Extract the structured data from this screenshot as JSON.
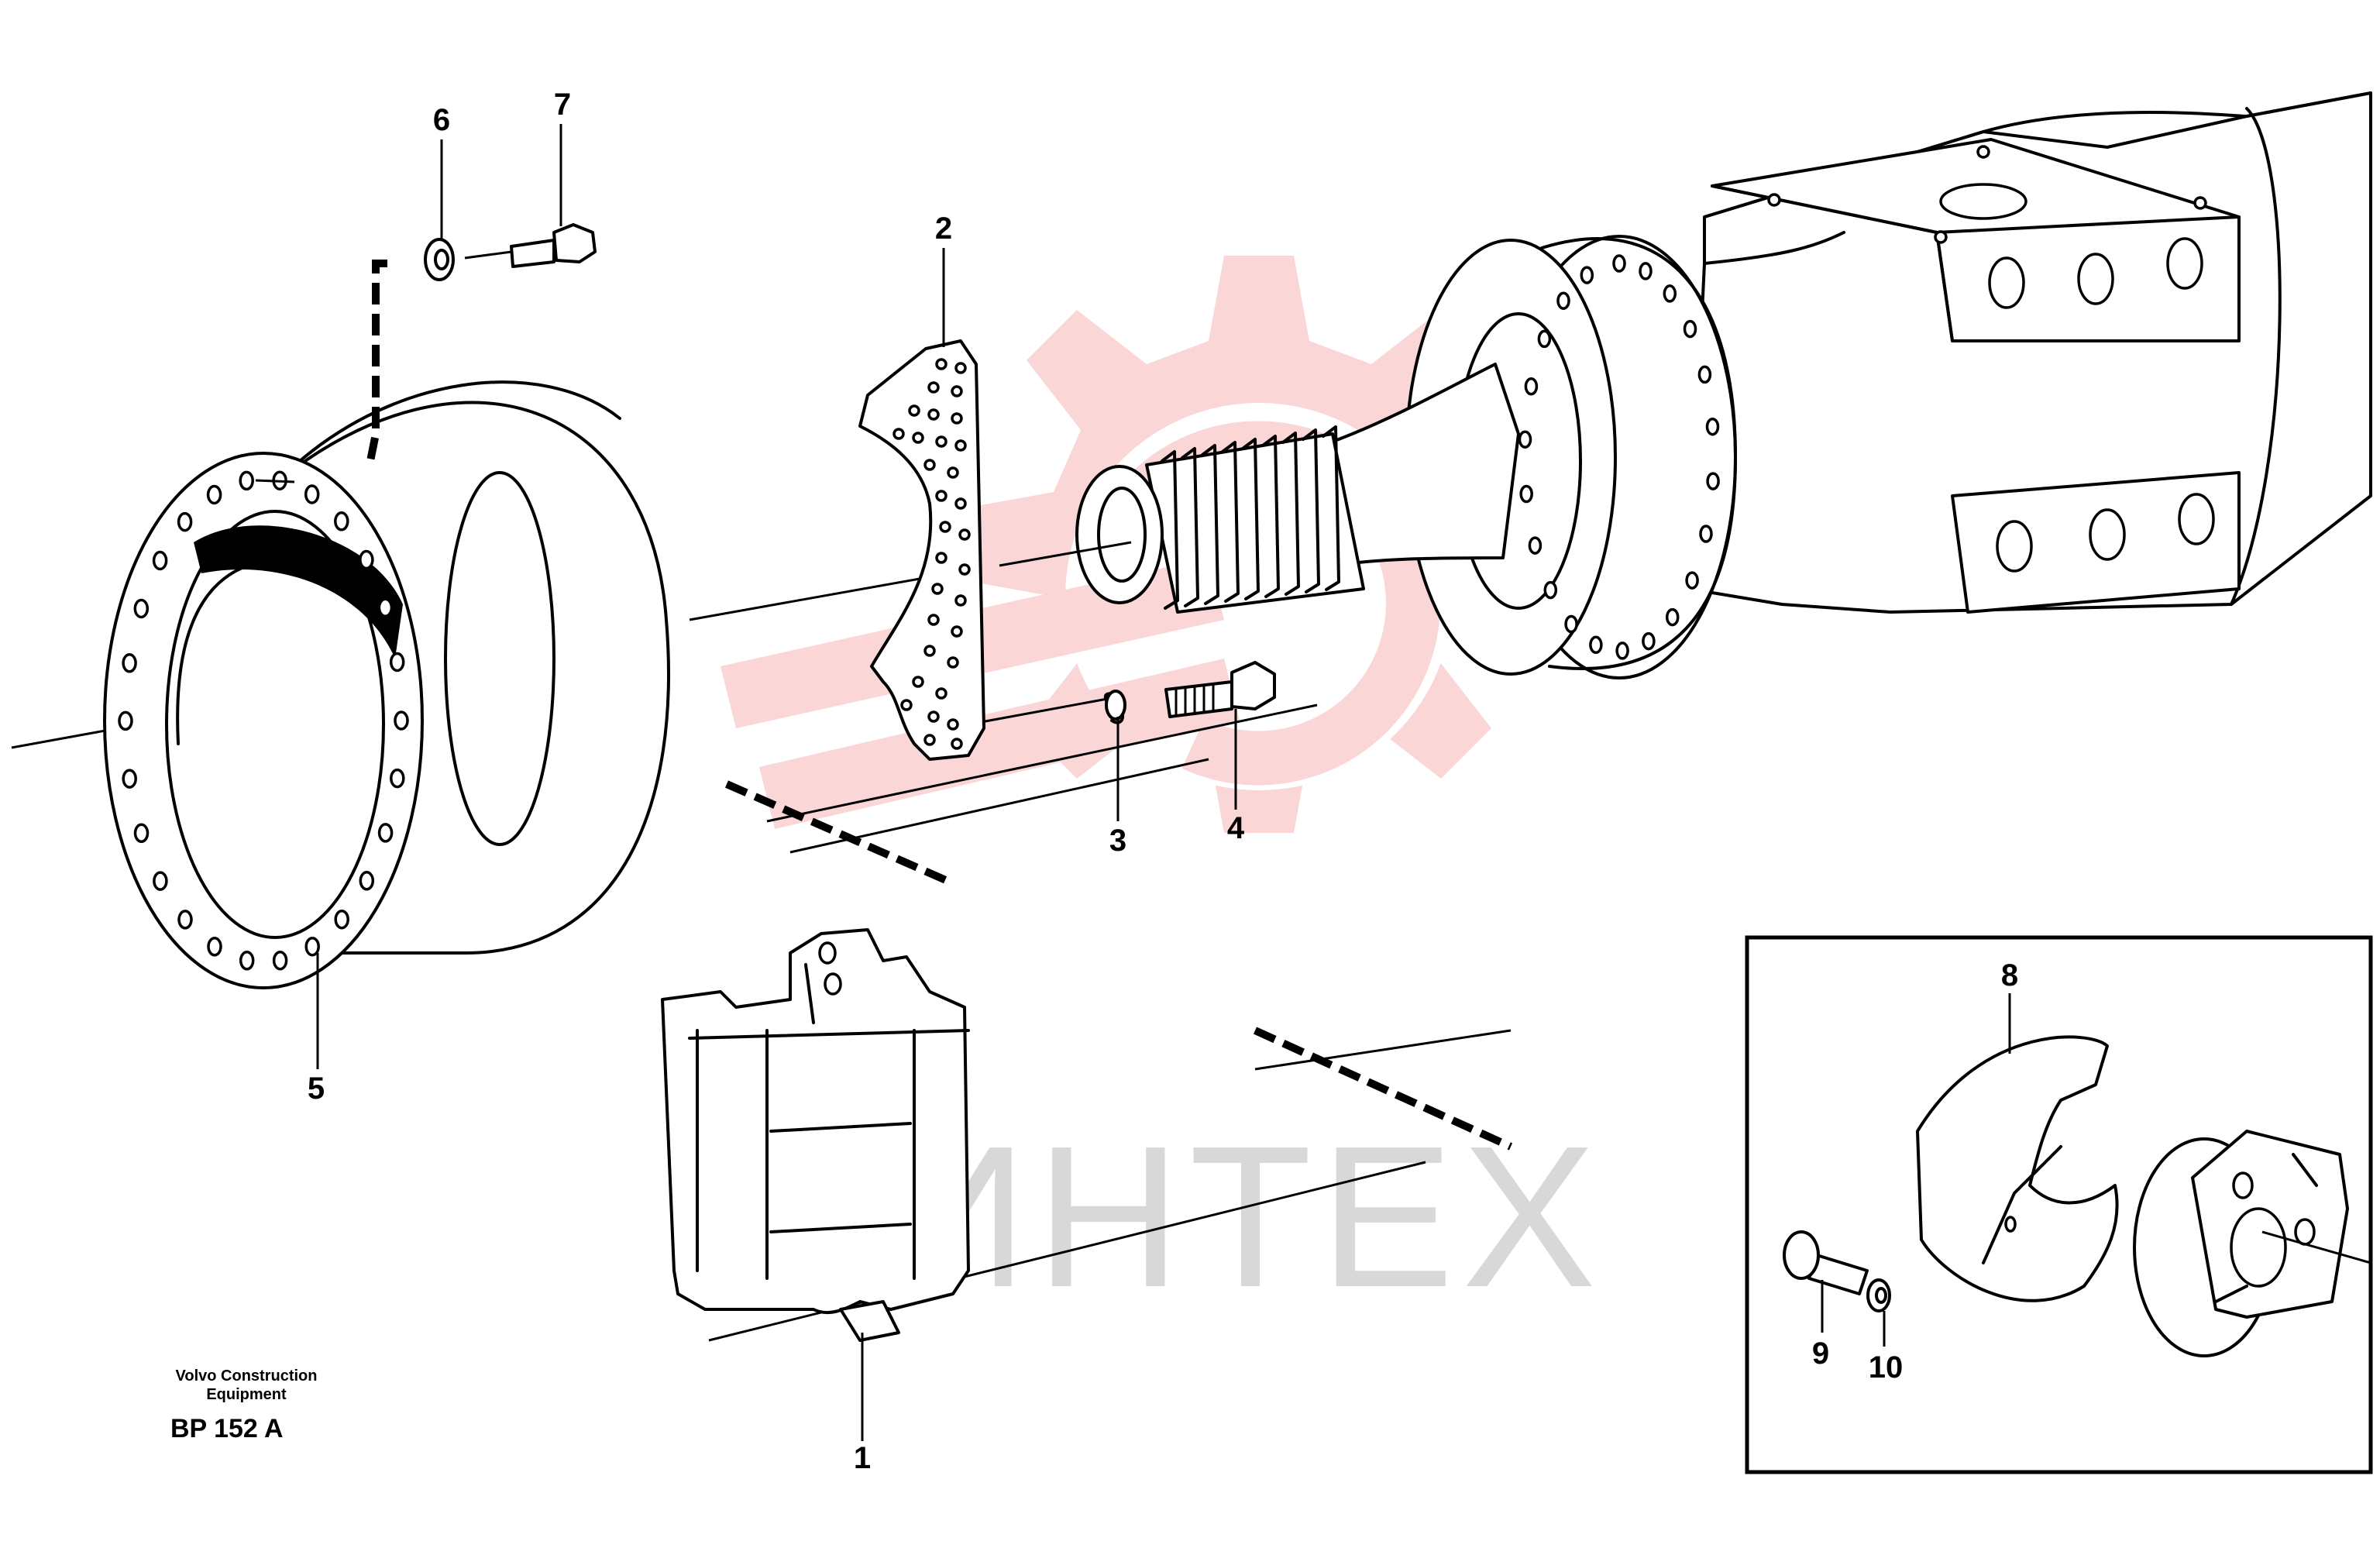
{
  "parts": [
    {
      "id": "1",
      "label": "1"
    },
    {
      "id": "2",
      "label": "2"
    },
    {
      "id": "3",
      "label": "3"
    },
    {
      "id": "4",
      "label": "4"
    },
    {
      "id": "5",
      "label": "5"
    },
    {
      "id": "6",
      "label": "6"
    },
    {
      "id": "7",
      "label": "7"
    },
    {
      "id": "8",
      "label": "8"
    },
    {
      "id": "9",
      "label": "9"
    },
    {
      "id": "10",
      "label": "10"
    }
  ],
  "code_block": {
    "line1": "Volvo Construction",
    "line2": "Equipment",
    "drawing_code": "BP 152 A"
  },
  "watermark": {
    "text": "ИНТЕХ",
    "color": "#f4a0a0"
  }
}
